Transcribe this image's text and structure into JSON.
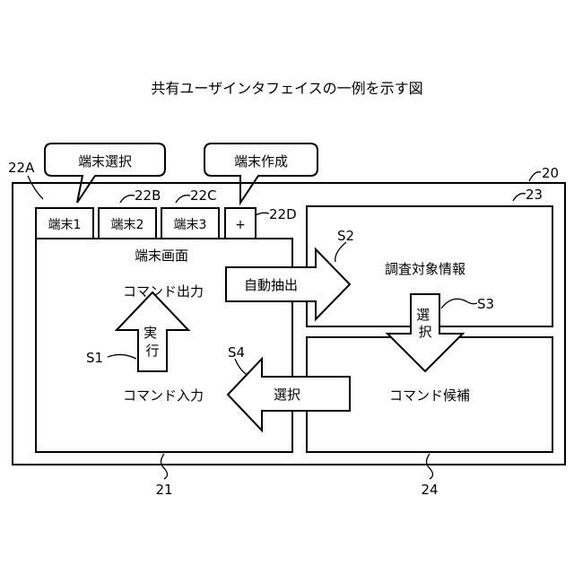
{
  "title": "共有ユーザインタフェイスの一例を示す図",
  "callouts": {
    "select_terminal": "端末選択",
    "create_terminal": "端末作成"
  },
  "tabs": [
    "端末1",
    "端末2",
    "端末3",
    "+"
  ],
  "panels": {
    "terminal_screen": {
      "title": "端末画面",
      "command_output": "コマンド出力",
      "command_input": "コマンド入力"
    },
    "investigation": {
      "title": "調査対象情報"
    },
    "candidates": {
      "title": "コマンド候補"
    }
  },
  "arrows": {
    "execute": "実行",
    "auto_extract": "自動抽出",
    "select_down": "選択",
    "select_left": "選択"
  },
  "refs": {
    "r20": "20",
    "r21": "21",
    "r22A": "22A",
    "r22B": "22B",
    "r22C": "22C",
    "r22D": "22D",
    "r23": "23",
    "r24": "24",
    "s1": "S1",
    "s2": "S2",
    "s3": "S3",
    "s4": "S4"
  }
}
